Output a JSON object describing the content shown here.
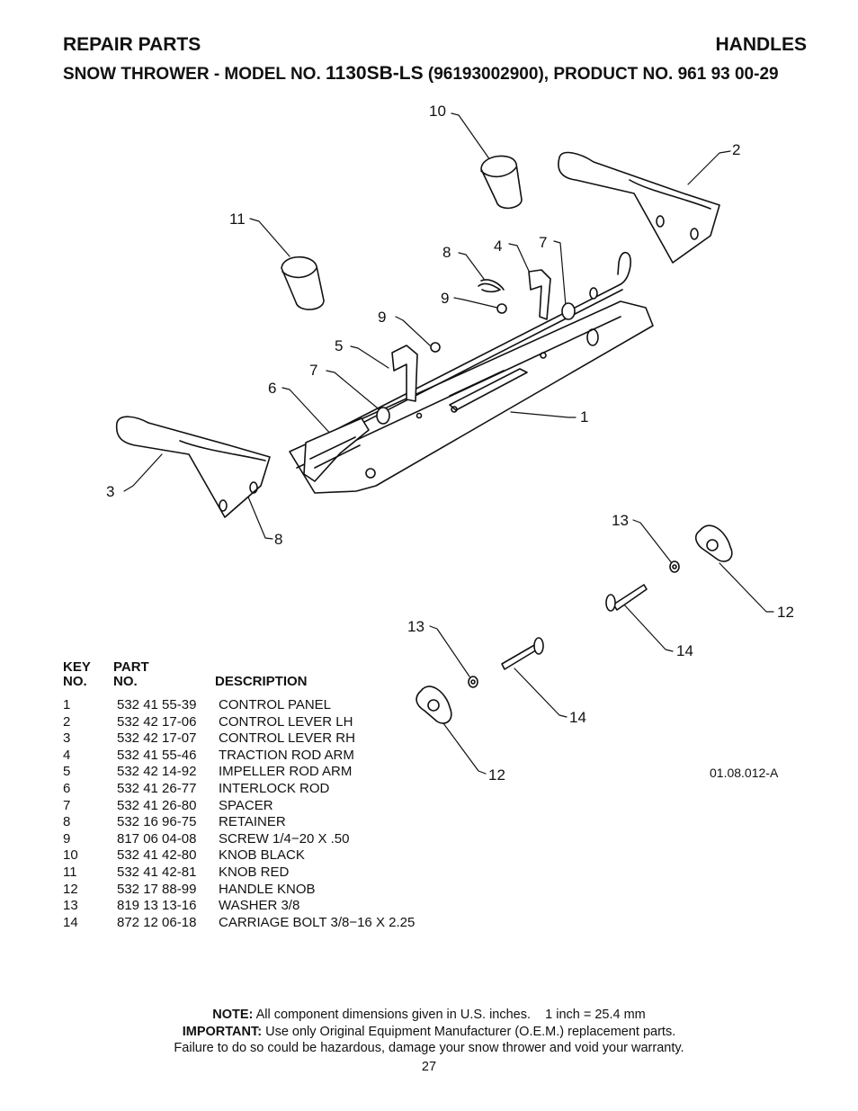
{
  "header": {
    "section": "REPAIR PARTS",
    "category": "HANDLES",
    "subtitle_prefix": "SNOW THROWER - MODEL NO.",
    "model": "1130SB-LS",
    "subtitle_suffix": "(96193002900), PRODUCT NO. 961 93 00-29"
  },
  "diagram": {
    "callouts": [
      "10",
      "2",
      "11",
      "8",
      "4",
      "7",
      "9",
      "9",
      "5",
      "7",
      "6",
      "1",
      "3",
      "8",
      "13",
      "12",
      "14",
      "13",
      "14",
      "12"
    ],
    "drawing_code": "01.08.012-A"
  },
  "parts_list": {
    "headers": {
      "key_line1": "KEY",
      "key_line2": "NO.",
      "part_line1": "PART",
      "part_line2": "NO.",
      "description": "DESCRIPTION"
    },
    "rows": [
      {
        "key": "1",
        "part": "532 41 55-39",
        "desc": "CONTROL PANEL"
      },
      {
        "key": "2",
        "part": "532 42 17-06",
        "desc": "CONTROL LEVER LH"
      },
      {
        "key": "3",
        "part": "532 42 17-07",
        "desc": "CONTROL LEVER RH"
      },
      {
        "key": "4",
        "part": "532 41 55-46",
        "desc": "TRACTION ROD ARM"
      },
      {
        "key": "5",
        "part": "532 42 14-92",
        "desc": "IMPELLER ROD ARM"
      },
      {
        "key": "6",
        "part": "532 41 26-77",
        "desc": "INTERLOCK ROD"
      },
      {
        "key": "7",
        "part": "532 41 26-80",
        "desc": "SPACER"
      },
      {
        "key": "8",
        "part": "532 16 96-75",
        "desc": "RETAINER"
      },
      {
        "key": "9",
        "part": "817 06 04-08",
        "desc": "SCREW 1/4−20 X .50"
      },
      {
        "key": "10",
        "part": "532 41 42-80",
        "desc": "KNOB BLACK"
      },
      {
        "key": "11",
        "part": "532 41 42-81",
        "desc": "KNOB RED"
      },
      {
        "key": "12",
        "part": "532 17 88-99",
        "desc": "HANDLE KNOB"
      },
      {
        "key": "13",
        "part": "819 13 13-16",
        "desc": "WASHER 3/8"
      },
      {
        "key": "14",
        "part": "872 12 06-18",
        "desc": "CARRIAGE BOLT 3/8−16 X 2.25"
      }
    ]
  },
  "footer": {
    "note_label": "NOTE:",
    "note_text": "All component dimensions given in U.S. inches.    1 inch = 25.4 mm",
    "important_label": "IMPORTANT:",
    "important_text": "Use only Original Equipment Manufacturer (O.E.M.) replacement parts.",
    "warning_text": "Failure to do so could be hazardous, damage your snow thrower and void your warranty.",
    "page_number": "27"
  }
}
